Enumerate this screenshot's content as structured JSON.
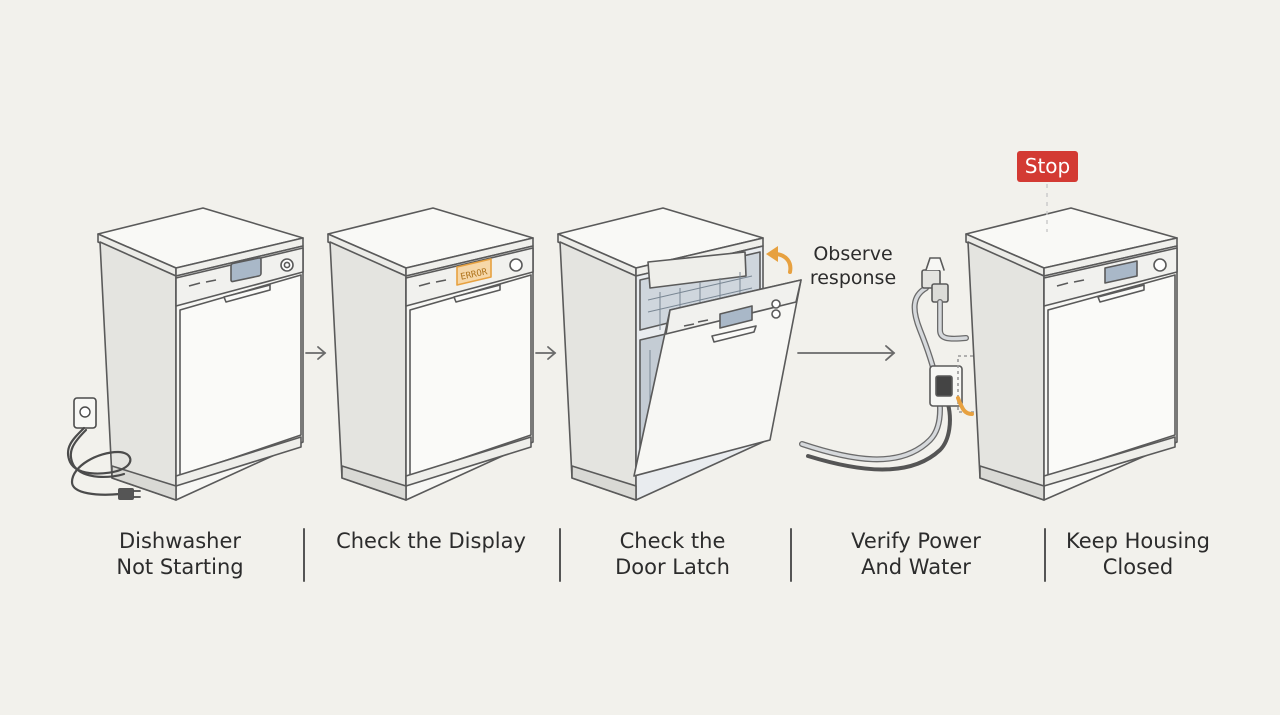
{
  "steps": [
    {
      "label": "Dishwasher\nNot Starting"
    },
    {
      "label": "Check the Display"
    },
    {
      "label": "Check the\nDoor Latch"
    },
    {
      "label": "Verify Power\nAnd Water"
    },
    {
      "label": "Keep Housing\nClosed"
    }
  ],
  "display_text": "ERROR",
  "stop_badge": "Stop",
  "annotation": "Observe\nresponse",
  "colors": {
    "background": "#f2f1ec",
    "line": "#5a5a5a",
    "appliance_fill": "#f7f7f4",
    "side_fill": "#e4e4e0",
    "display": "#a9b8c8",
    "accent_orange": "#e7a140",
    "stop_red": "#d33a33"
  }
}
